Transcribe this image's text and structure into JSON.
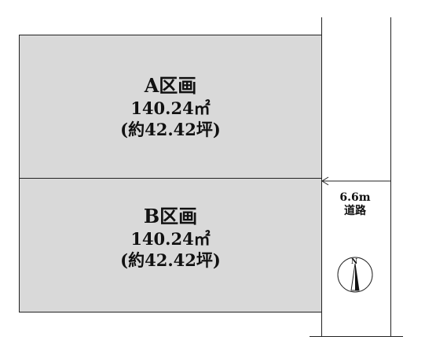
{
  "lots": [
    {
      "name": "A区画",
      "area": "140.24㎡",
      "tsubo": "(約42.42坪)"
    },
    {
      "name": "B区画",
      "area": "140.24㎡",
      "tsubo": "(約42.42坪)"
    }
  ],
  "road": {
    "width": "6.6m",
    "label": "道路"
  },
  "compass": {
    "north_letter": "N",
    "icon": "north-arrow-icon"
  },
  "colors": {
    "lot_fill": "#d9d9d9",
    "line": "#222222"
  }
}
